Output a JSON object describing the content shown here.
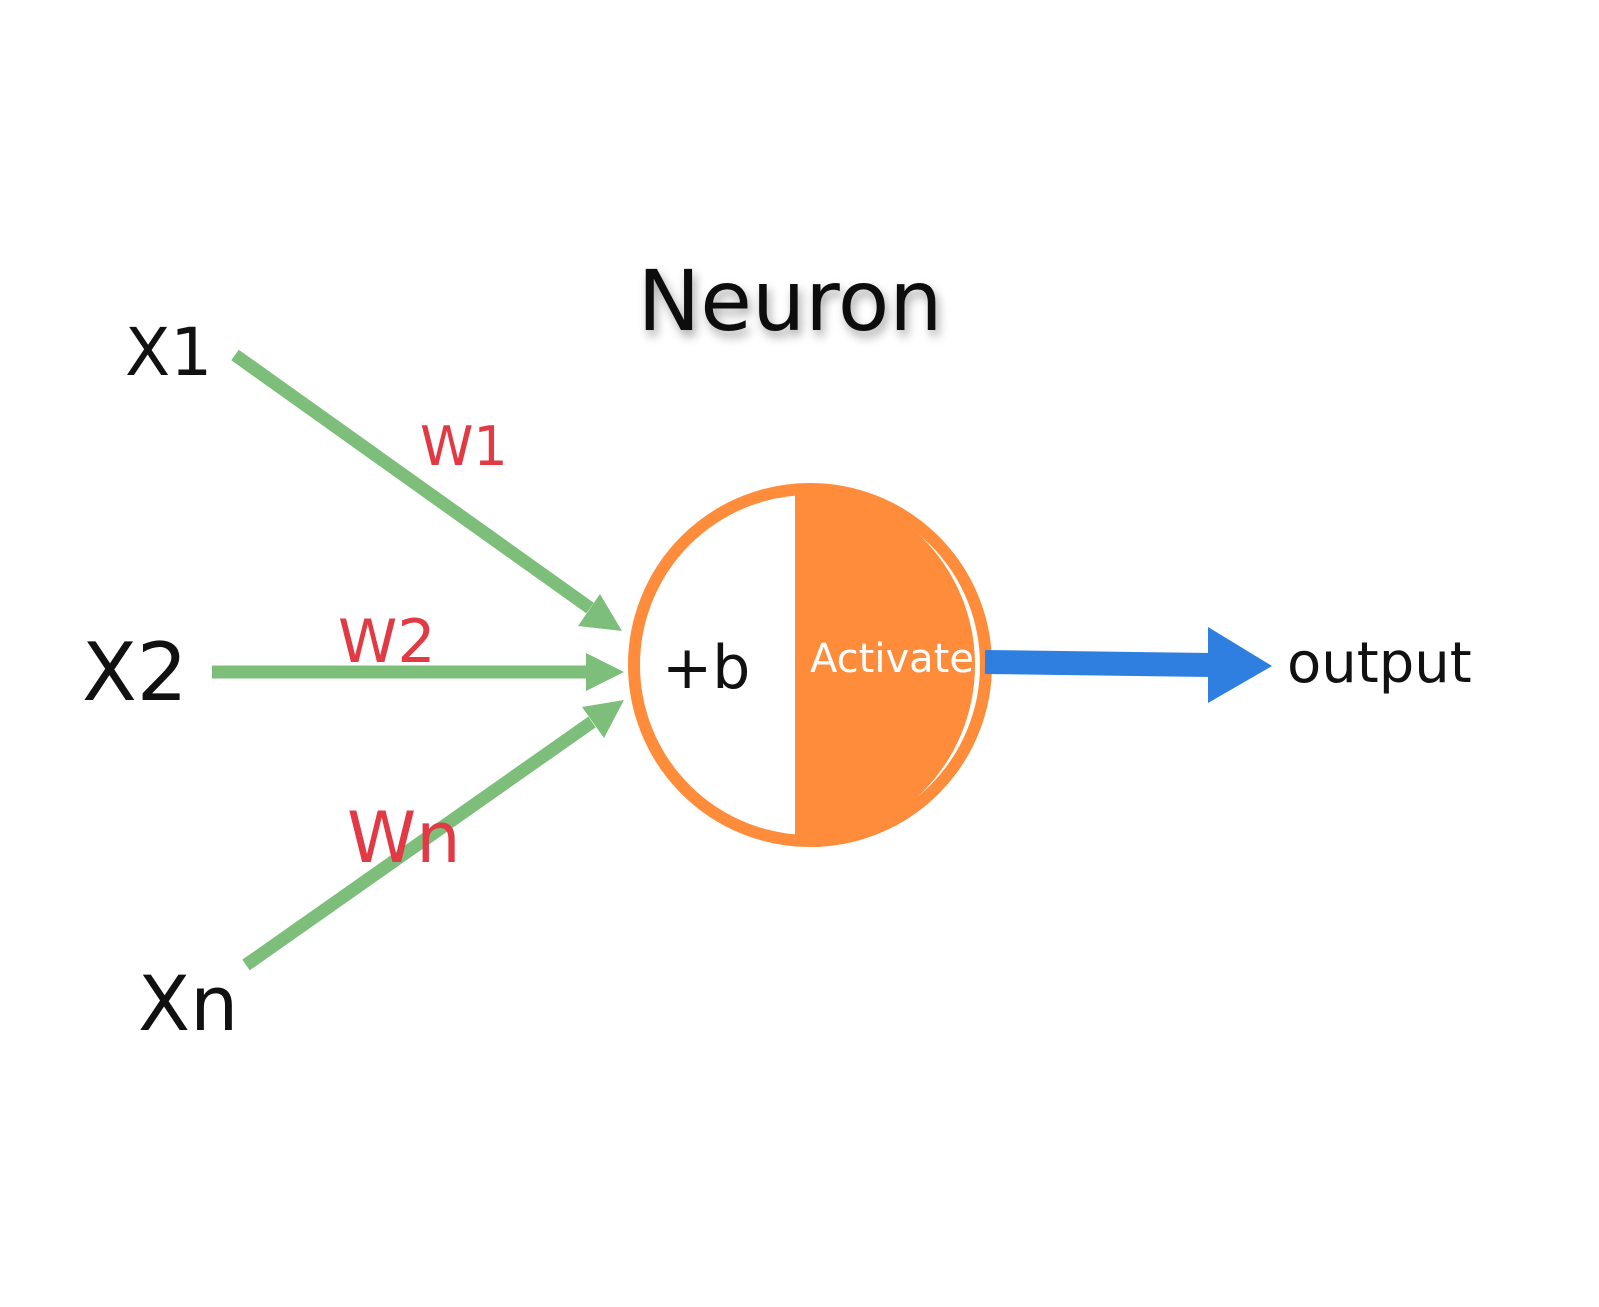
{
  "title": "Neuron",
  "inputs": [
    {
      "label": "X1",
      "weight": "W1"
    },
    {
      "label": "X2",
      "weight": "W2"
    },
    {
      "label": "Xn",
      "weight": "Wn"
    }
  ],
  "neuron": {
    "bias_label": "+b",
    "activation_label": "Activate"
  },
  "output_label": "output",
  "colors": {
    "input_arrow": "#7dbf7a",
    "weight_text": "#e23a45",
    "neuron": "#ff8c3a",
    "output_arrow": "#2f7fe0",
    "text": "#111111"
  }
}
